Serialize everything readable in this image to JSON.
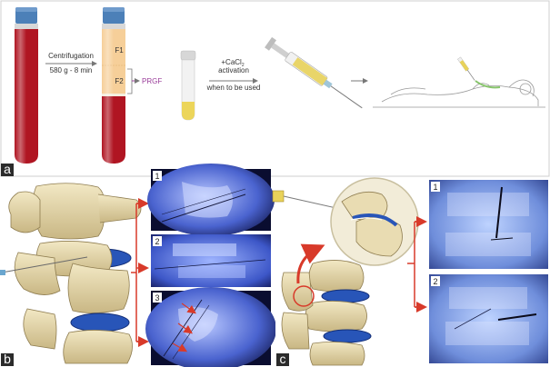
{
  "panel_a": {
    "letter": "a",
    "tube2_top_label": "F1",
    "tube2_bottom_label": "F2",
    "step1_line1": "Centrifugation",
    "step1_line2": "580 g - 8 min",
    "prgf_label": "PRGF",
    "step2_line1": "+CaCl",
    "step2_subscript": "2",
    "step2_line2": "activation",
    "step2_line3": "when to be used"
  },
  "panel_b": {
    "letter": "b",
    "images": [
      {
        "number": "1"
      },
      {
        "number": "2"
      },
      {
        "number": "3"
      }
    ]
  },
  "panel_c": {
    "letter": "c",
    "images": [
      {
        "number": "1"
      },
      {
        "number": "2"
      }
    ]
  },
  "colors": {
    "blood": "#b01522",
    "plasma": "#f6cf99",
    "cap": "#4c80b8",
    "arrow_red": "#d83a2a",
    "prgf_purple": "#9a3d9a",
    "fluoro_blue": "#3a5fd0",
    "disc_blue": "#2855b8",
    "bone": "#e9dcb2",
    "panel_label_bg": "#2b2b2b"
  }
}
